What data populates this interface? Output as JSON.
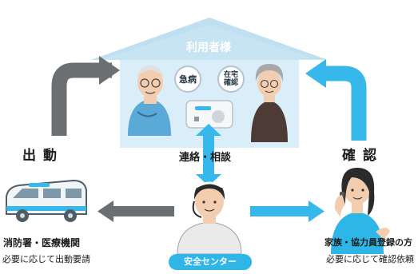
{
  "house": {
    "title": "利用者様"
  },
  "bubbles": {
    "emergency": "急病",
    "home_check": "在宅\n確認"
  },
  "actions": {
    "dispatch": "出動",
    "confirm": "確認"
  },
  "link": {
    "contact": "連絡・相談"
  },
  "nodes": {
    "responders": {
      "name": "消防署・医療機関",
      "sub": "必要に応じて出動要請"
    },
    "family": {
      "name": "家族・協力員登録の方",
      "sub": "必要に応じて確認依頼"
    },
    "center": {
      "name": "安全センター"
    }
  },
  "colors": {
    "house": "#d4ebf6",
    "roof_accent": "#2eb6e8",
    "arrow_gray": "#6b6f72",
    "arrow_blue": "#36b9ea"
  }
}
